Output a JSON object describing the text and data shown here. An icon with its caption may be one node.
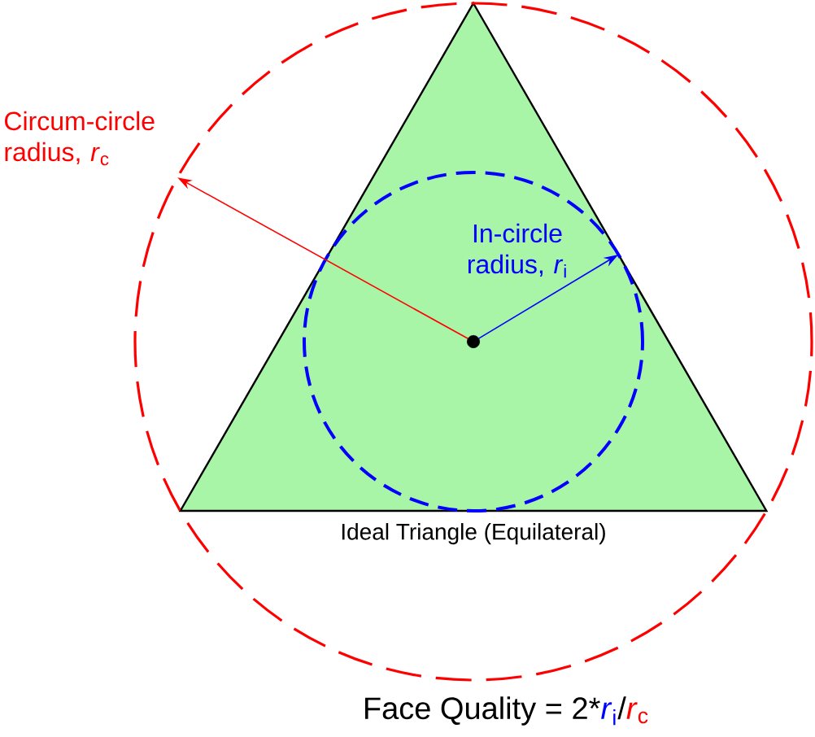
{
  "diagram": {
    "nodes": [
      {
        "text": [],
        "shape": "circle"
      },
      {
        "text": [
          "Ideal Triangle (Equilateral)"
        ],
        "in": 0
      },
      {
        "text": [],
        "shape": "circle",
        "in": 1
      },
      {
        "text": [],
        "shape": "circle",
        "in": 2
      }
    ],
    "edges": [
      {
        "from": 3,
        "to": 0,
        "arrow": "to",
        "color": "#ff0000"
      },
      {
        "from": 3,
        "to": 2,
        "arrow": "to",
        "color": "#0000ff"
      }
    ],
    "labels": [
      "Circum-circle radius, *r*$_{c}$",
      "In-circle radius, *r*$_{i}$",
      "Face Quality = 2*",
      "*r*$_{i}$",
      "/",
      "*r*$_{c}$"
    ]
  }
}
